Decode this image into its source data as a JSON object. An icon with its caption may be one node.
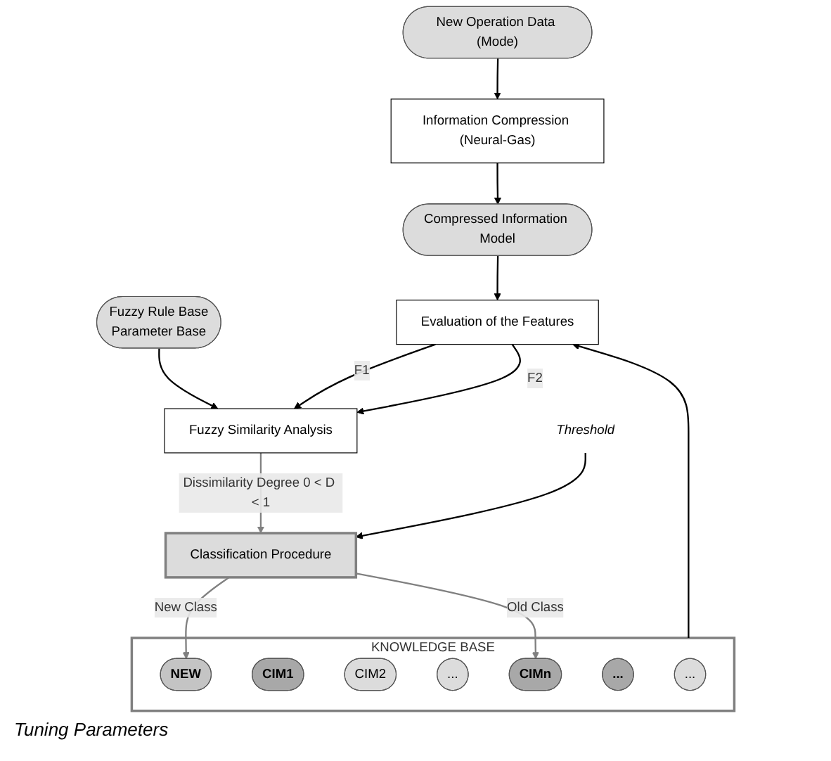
{
  "diagram": {
    "nodes": [
      {
        "text": [
          "New Operation Data (Mode)"
        ]
      },
      {
        "text": [
          "Information Compression (Neural-Gas)"
        ]
      },
      {
        "text": [
          "Compressed Information Model"
        ]
      },
      {
        "text": [
          "Fuzzy Rule Base",
          "Parameter Base"
        ]
      },
      {
        "text": [
          "KNOWLEDGE BASE"
        ]
      },
      {
        "text": [
          "NEW"
        ],
        "in": 4
      },
      {
        "text": [
          "CIM1"
        ],
        "in": 4
      },
      {
        "text": [
          "CIM2"
        ],
        "in": 4
      },
      {
        "text": [
          "..."
        ],
        "in": 4
      },
      {
        "text": [
          "CIMn"
        ],
        "in": 4
      },
      {
        "text": [
          "..."
        ],
        "in": 4
      },
      {
        "text": [
          "..."
        ],
        "in": 4
      },
      {
        "text": [
          "Evaluation of the Features"
        ]
      },
      {
        "text": [
          "Fuzzy Similarity Analysis"
        ]
      },
      {
        "text": [
          "Classification Procedure"
        ]
      },
      {
        "text": [
          "Threshold"
        ]
      }
    ],
    "edges": [
      {
        "from": 0,
        "to": 1,
        "arrow": "to"
      },
      {
        "from": 1,
        "to": 2,
        "arrow": "to"
      },
      {
        "from": 2,
        "to": 12,
        "arrow": "to"
      },
      {
        "from": 4,
        "to": 12,
        "arrow": "to"
      },
      {
        "from": 12,
        "to": 13,
        "label": "F1",
        "arrow": "to"
      },
      {
        "from": 12,
        "to": 13,
        "label": "F2",
        "arrow": "to"
      },
      {
        "from": 3,
        "to": 13,
        "arrow": "to"
      },
      {
        "from": 13,
        "to": 14,
        "label": "Dissimilarity Degree 0 < D < 1",
        "arrow": "to",
        "color": "#808080"
      },
      {
        "from": 15,
        "to": 14,
        "arrow": "to"
      },
      {
        "from": 14,
        "to": 5,
        "label": "New Class",
        "arrow": "to",
        "color": "#808080"
      },
      {
        "from": 14,
        "to": 9,
        "label": "Old Class",
        "arrow": "to",
        "color": "#808080"
      }
    ],
    "labels": [
      "Tuning Parameters"
    ]
  }
}
